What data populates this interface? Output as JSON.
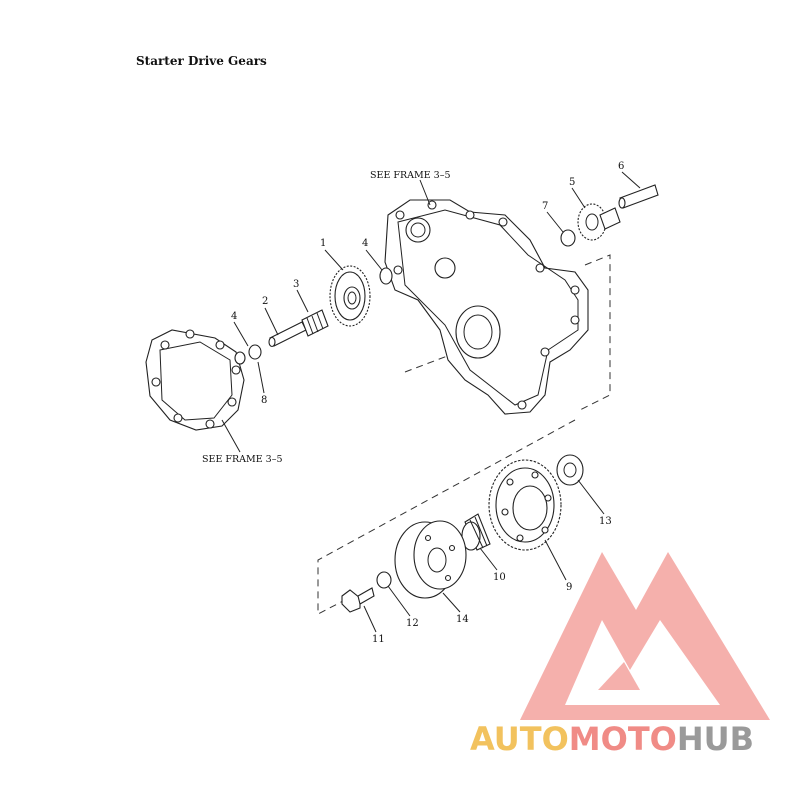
{
  "title": "Starter Drive Gears",
  "frame_refs": [
    "SEE FRAME 3–5",
    "SEE FRAME 3–5"
  ],
  "callouts": [
    "1",
    "2",
    "3",
    "4",
    "4",
    "5",
    "6",
    "7",
    "8",
    "9",
    "10",
    "11",
    "12",
    "13",
    "14"
  ],
  "watermark": {
    "auto": "AUTO",
    "moto": "MOTO",
    "hub": "HUB",
    "colors": {
      "auto": "#f2c25e",
      "moto": "#f08b86",
      "hub": "#9a9a9a",
      "triangle": "#f08b86"
    }
  }
}
